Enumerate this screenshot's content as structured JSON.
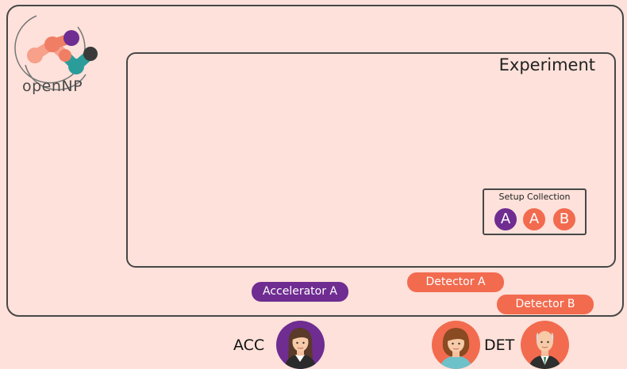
{
  "logo": {
    "text": "openNP",
    "colors": [
      "#f07e64",
      "#6f2c91",
      "#2a9d9a",
      "#3a3a3a"
    ]
  },
  "experiment": {
    "title": "Experiment"
  },
  "setup_collection": {
    "title": "Setup Collection",
    "items": [
      {
        "label": "A",
        "color": "#6f2c91"
      },
      {
        "label": "A",
        "color": "#f26b4f"
      },
      {
        "label": "B",
        "color": "#f26b4f"
      }
    ]
  },
  "components": {
    "accelerator_a": {
      "label": "Accelerator A",
      "color": "#6f2c91"
    },
    "detector_a": {
      "label": "Detector A",
      "color": "#f26b4f"
    },
    "detector_b": {
      "label": "Detector B",
      "color": "#f26b4f"
    }
  },
  "people": {
    "acc": {
      "label": "ACC",
      "avatar": "female-avatar-icon",
      "bg": "#6f2c91"
    },
    "det": {
      "label": "DET",
      "avatars": [
        "female-avatar-icon",
        "male-avatar-icon"
      ],
      "bg": "#f26b4f"
    }
  }
}
